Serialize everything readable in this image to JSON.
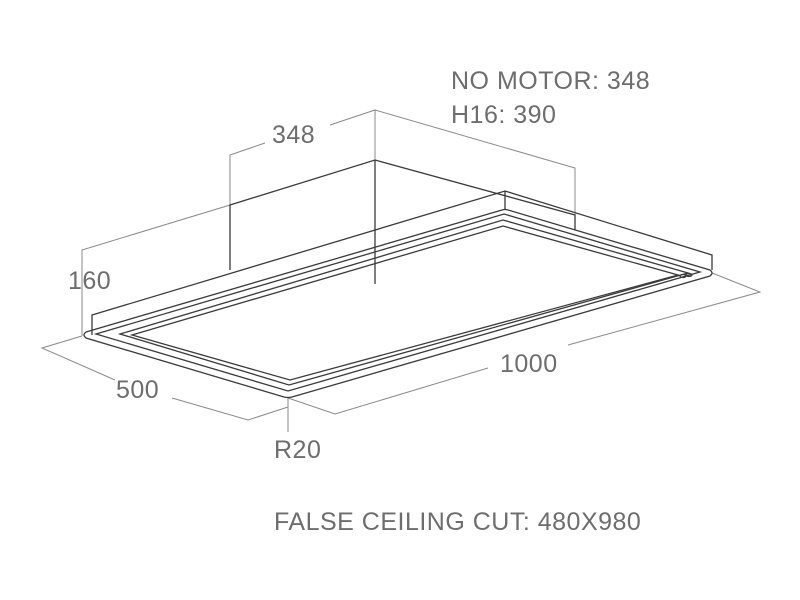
{
  "notes": {
    "no_motor": "NO MOTOR: 348",
    "h16": "H16: 390",
    "false_ceiling_cut": "FALSE CEILING CUT: 480X980"
  },
  "dimensions": {
    "motor_height": "348",
    "frame_height": "160",
    "depth": "500",
    "width": "1000",
    "radius": "R20"
  }
}
